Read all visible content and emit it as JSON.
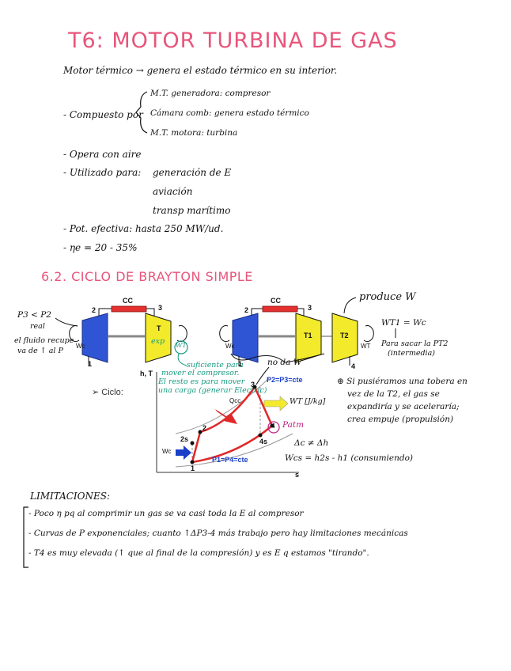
{
  "title": "T6: MOTOR TURBINA DE GAS",
  "intro": {
    "line1": "Motor térmico → genera el estado térmico en su interior.",
    "composed_label": "- Compuesto por",
    "components": [
      "M.T. generadora: compresor",
      "Cámara comb: genera estado térmico",
      "M.T. motora: turbina"
    ],
    "operates": "- Opera con aire",
    "used_label": "- Utilizado para:",
    "uses": [
      "generación de E",
      "aviación",
      "transp marítimo"
    ],
    "power": "- Pot. efectiva: hasta 250 MW/ud.",
    "efficiency": "- ηe = 20 - 35%"
  },
  "section": {
    "title": "6.2. CICLO DE BRAYTON SIMPLE"
  },
  "diagram_left": {
    "note_pressure": "P3 < P2",
    "note_real": "real",
    "note_fluid1": "el fluido recupe",
    "note_fluid2": "va de ↑ al P",
    "cc": "CC",
    "n2": "2",
    "n3": "3",
    "n1": "1",
    "wc": "Wc",
    "t": "T",
    "exp": "exp",
    "wt": "WT",
    "teal1": "suficiente para",
    "teal2": "mover el compresor.",
    "teal3": "El resto es para mover",
    "teal4": "una carga (generar Electric)"
  },
  "diagram_right": {
    "cc": "CC",
    "n2": "2",
    "n3": "3",
    "n1": "1",
    "n4": "4",
    "wc": "Wc",
    "t1": "T1",
    "t2": "T2",
    "wt": "WT",
    "produce": "produce W",
    "no_da": "no da W",
    "eq1": "WT1 = Wc",
    "eq2": "Para sacar la PT2",
    "eq3": "(intermedia)"
  },
  "ts_chart": {
    "ciclo": "➢ Ciclo:",
    "axis_y": "h, T",
    "axis_x": "s",
    "p_high": "P2=P3=cte",
    "p_low": "P1=P4=cte",
    "qcc": "Qcc",
    "wt": "WT [J/kg]",
    "wc": "Wc",
    "p2s": "2s",
    "p2": "2",
    "p3": "3",
    "p4": "4",
    "p4s": "4s",
    "p1": "1",
    "patm": "Patm",
    "dc": "Δc ≠ Δh",
    "wcs": "Wcs = h2s - h1 (consumiendo)"
  },
  "side_note": {
    "l1": "⊛ Si pusiéramos una tobera en",
    "l2": "vez de la T2, el gas se",
    "l3": "expandiría y se aceleraría;",
    "l4": "crea empuje (propulsión)"
  },
  "limits": {
    "title": "LIMITACIONES:",
    "items": [
      "- Poco η pq al comprimir un gas se va casi toda la E al compresor",
      "- Curvas de P exponenciales; cuanto ↑ΔP3-4 más trabajo pero hay limitaciones mecánicas",
      "- T4 es muy elevada (↑ que al final de la compresión) y es E q estamos \"tirando\"."
    ]
  },
  "colors": {
    "title": "#e8557a",
    "compressor": "#2f55d4",
    "turbine": "#f2ea2a",
    "combustor": "#e53030",
    "teal": "#159a80",
    "magenta": "#c02080",
    "curve": "#e02828"
  }
}
